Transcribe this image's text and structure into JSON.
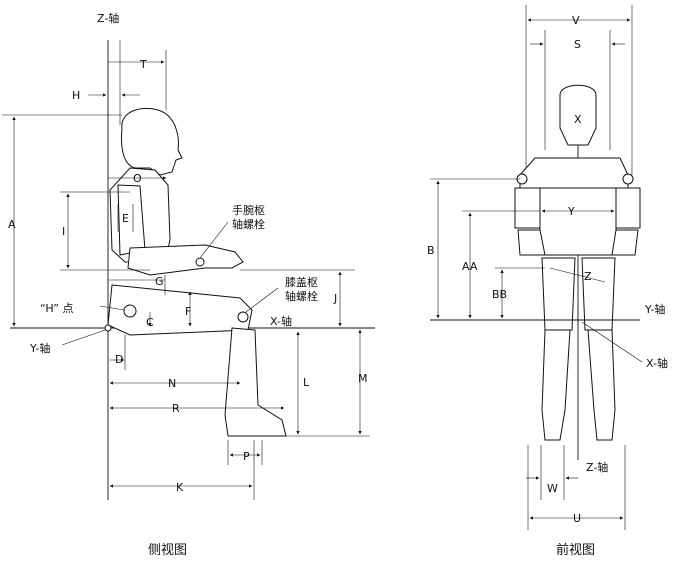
{
  "side_view": {
    "caption": "侧视图",
    "axis_z": "Z-轴",
    "axis_x": "X-轴",
    "axis_y": "Y-轴",
    "h_point": "“H” 点",
    "wrist_label": [
      "手腕枢",
      "轴螺栓"
    ],
    "knee_label": [
      "膝盖枢",
      "轴螺栓"
    ],
    "dims": [
      "H",
      "T",
      "A",
      "O",
      "I",
      "E",
      "G",
      "J",
      "F",
      "C",
      "D",
      "N",
      "L",
      "M",
      "R",
      "P",
      "K"
    ]
  },
  "front_view": {
    "caption": "前视图",
    "axis_y": "Y-轴",
    "axis_x": "X-轴",
    "axis_z": "Z-轴",
    "dims": [
      "V",
      "S",
      "Y",
      "B",
      "AA",
      "Z",
      "BB",
      "W",
      "U"
    ],
    "head_mark": "X"
  }
}
